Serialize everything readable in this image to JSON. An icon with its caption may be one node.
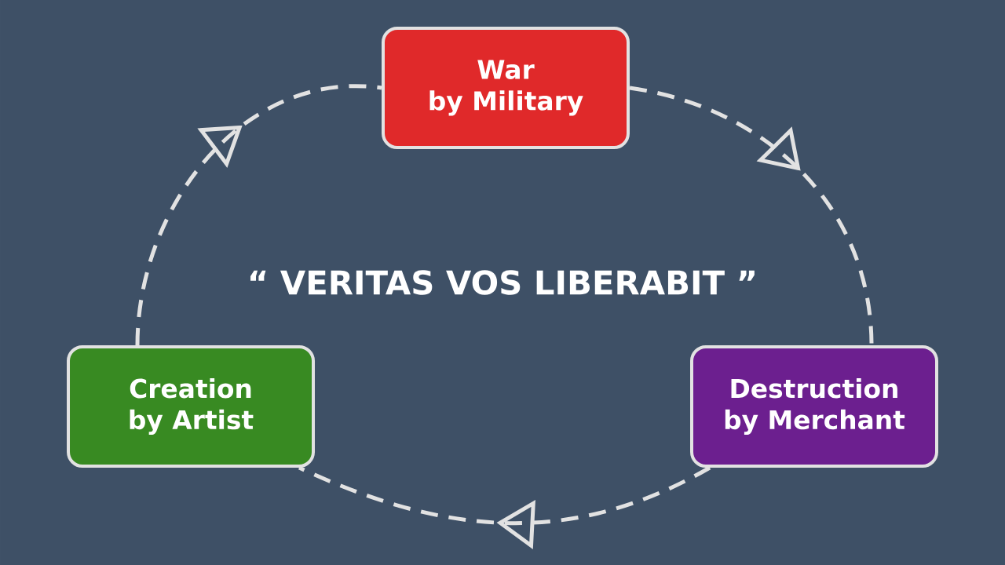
{
  "diagram": {
    "nodes": [
      {
        "text": [
          "War",
          "by Military"
        ]
      },
      {
        "text": [
          "Destruction",
          "by Merchant"
        ]
      },
      {
        "text": [
          "Creation",
          "by Artist"
        ]
      }
    ],
    "edges": [
      {
        "from": 0,
        "to": 1,
        "arrow": "to",
        "style": "dashed"
      },
      {
        "from": 1,
        "to": 2,
        "arrow": "to",
        "style": "dashed"
      },
      {
        "from": 2,
        "to": 0,
        "arrow": "to",
        "style": "dashed"
      }
    ],
    "labels": [
      "“ VERITAS VOS LIBERABIT ”"
    ]
  }
}
